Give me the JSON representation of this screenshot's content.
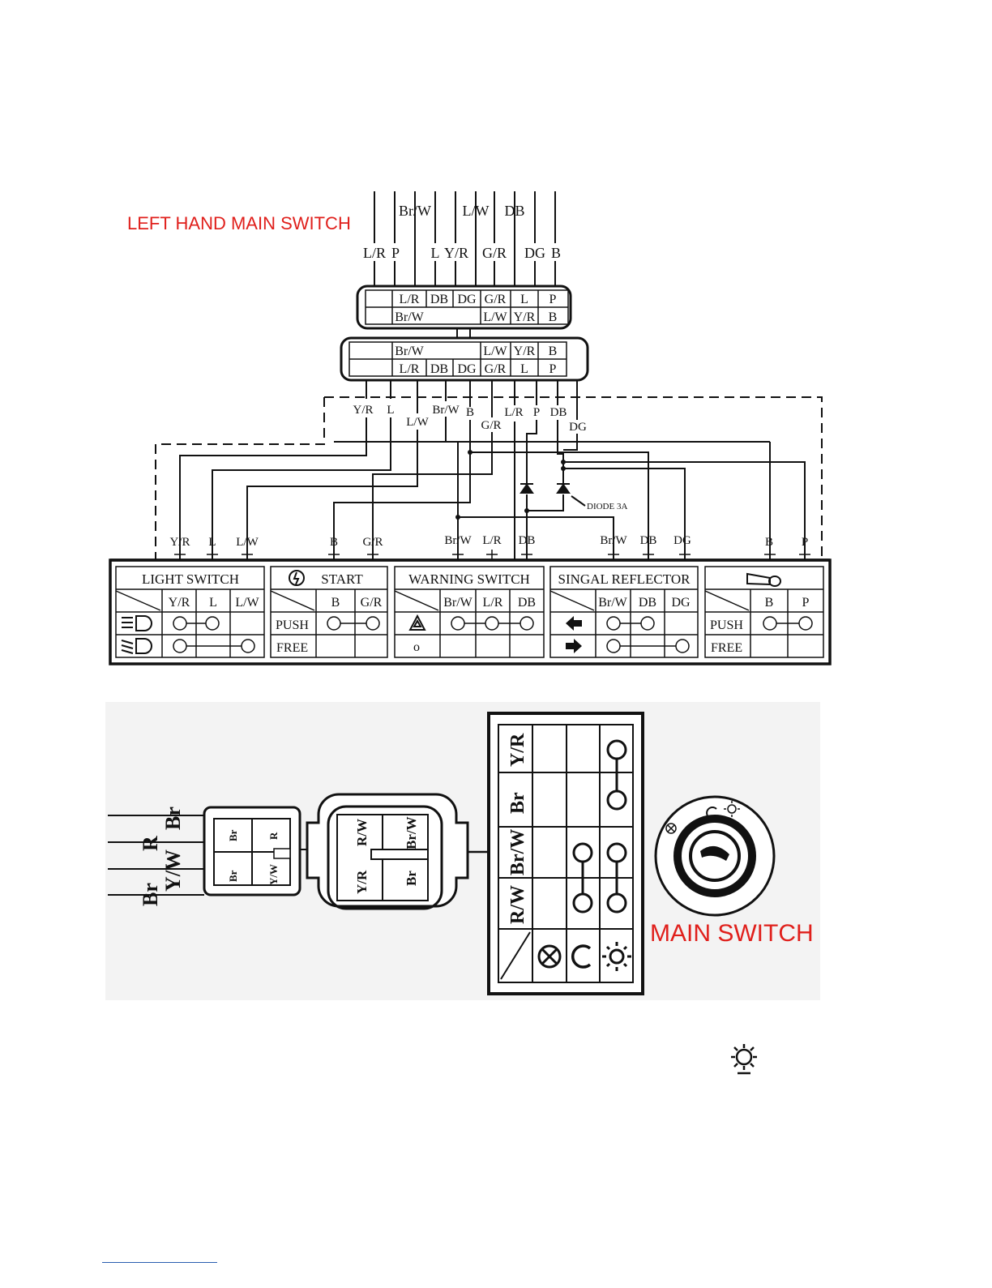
{
  "left_switch": {
    "title": "LEFT HAND MAIN SWITCH",
    "top_wire_labels_upper": [
      "Br/W",
      "L/W",
      "DB"
    ],
    "top_wire_labels_lower": [
      "L/R",
      "P",
      "L",
      "Y/R",
      "G/R",
      "DG",
      "B"
    ],
    "connector_a": {
      "row1": [
        "L/R",
        "DB",
        "DG",
        "G/R",
        "L",
        "P"
      ],
      "row2": [
        "Br/W",
        "",
        "",
        "L/W",
        "Y/R",
        "B"
      ]
    },
    "connector_b": {
      "row1": [
        "Br/W",
        "",
        "",
        "L/W",
        "Y/R",
        "B"
      ],
      "row2": [
        "L/R",
        "DB",
        "DG",
        "G/R",
        "L",
        "P"
      ]
    },
    "harness_labels": [
      "Y/R",
      "L",
      "L/W",
      "Br/W",
      "B",
      "G/R",
      "L/R",
      "P",
      "DB",
      "DG"
    ],
    "diode_label": "DIODE 3A",
    "bus_labels": [
      "Y/R",
      "L",
      "L/W",
      "B",
      "G/R",
      "Br/W",
      "L/R",
      "DB",
      "Br/W",
      "DB",
      "DG",
      "B",
      "P"
    ],
    "tables": [
      {
        "title": "LIGHT SWITCH",
        "cols": [
          "Y/R",
          "L",
          "L/W"
        ],
        "rows": [
          "high-beam-icon",
          "low-beam-icon"
        ]
      },
      {
        "title": "START",
        "title_icon": "starter-icon",
        "cols": [
          "B",
          "G/R"
        ],
        "rows": [
          "PUSH",
          "FREE"
        ]
      },
      {
        "title": "WARNING SWITCH",
        "cols": [
          "Br/W",
          "L/R",
          "DB"
        ],
        "rows": [
          "hazard-icon",
          "o"
        ]
      },
      {
        "title": "SINGAL REFLECTOR",
        "cols": [
          "Br/W",
          "DB",
          "DG"
        ],
        "rows": [
          "left-arrow-icon",
          "right-arrow-icon"
        ]
      },
      {
        "title": "",
        "title_icon": "horn-icon",
        "cols": [
          "B",
          "P"
        ],
        "rows": [
          "PUSH",
          "FREE"
        ]
      }
    ]
  },
  "main_switch": {
    "title": "MAIN SWITCH",
    "plug_labels": [
      "Br",
      "R",
      "Br",
      "Y/W"
    ],
    "wire_labels": [
      "Br",
      "R",
      "Y/W",
      "Br"
    ],
    "socket_labels": [
      "R/W",
      "Br/W",
      "Y/R",
      "Br"
    ],
    "table_rows": [
      "Y/R",
      "Br",
      "Br/W",
      "R/W"
    ],
    "position_icons": [
      "off-icon",
      "lock-icon",
      "on-icon"
    ]
  },
  "colors": {
    "accent_red": "#e0201c",
    "link_blue": "#2a5db0",
    "ink": "#111111"
  }
}
